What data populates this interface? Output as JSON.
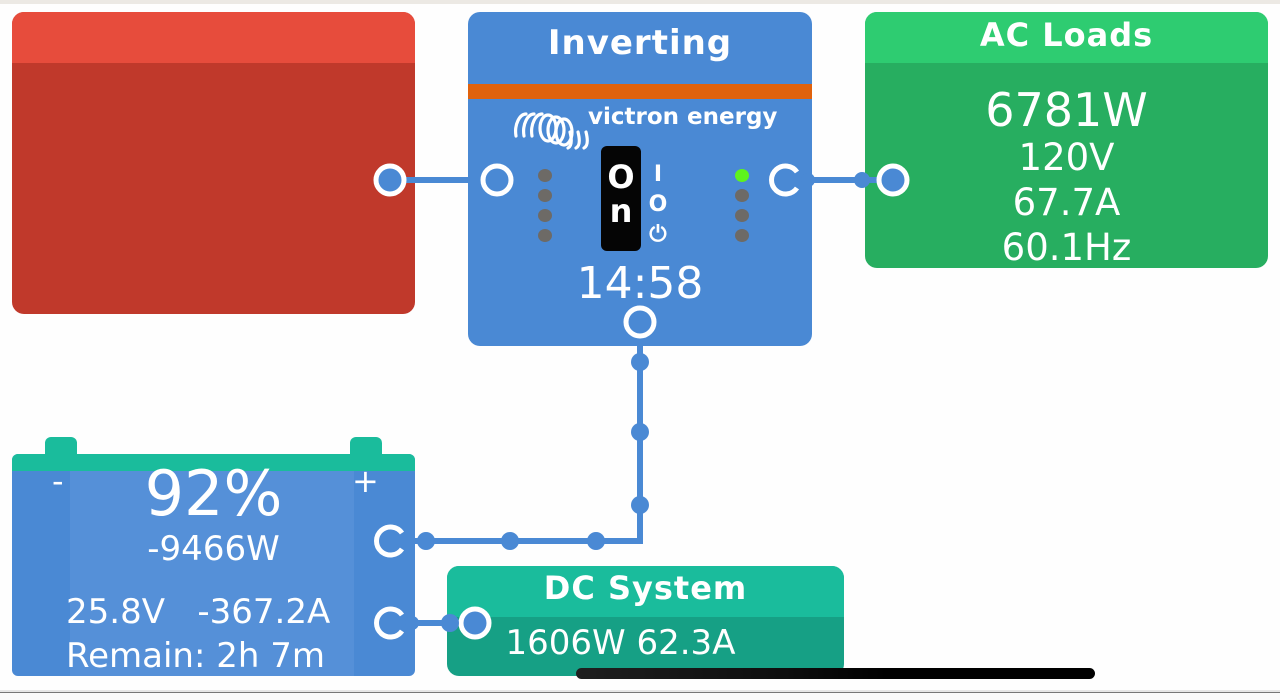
{
  "shore": {
    "header": "",
    "color": "#c0392b",
    "header_color": "#e74c3c"
  },
  "inverter": {
    "title": "Inverting",
    "brand": "victron energy",
    "switch_label_top": "O",
    "switch_label_bottom": "n",
    "mode_labels": [
      "I",
      "O",
      "⏻"
    ],
    "time": "14:58",
    "left_leds": [
      false,
      false,
      false,
      false
    ],
    "right_leds": [
      true,
      false,
      false,
      false
    ]
  },
  "ac_loads": {
    "title": "AC Loads",
    "power": "6781W",
    "voltage": "120V",
    "current": "67.7A",
    "frequency": "60.1Hz"
  },
  "battery": {
    "minus": "-",
    "plus": "+",
    "soc": "92%",
    "power": "-9466W",
    "voltage_current": "25.8V   -367.2A",
    "remain": "Remain: 2h 7m"
  },
  "dc_system": {
    "title": "DC System",
    "value": "1606W 62.3A"
  },
  "colors": {
    "blue": "#4a89d4",
    "green": "#27ae60",
    "teal": "#1abc9c",
    "red": "#c0392b",
    "orange": "#e0620d"
  }
}
